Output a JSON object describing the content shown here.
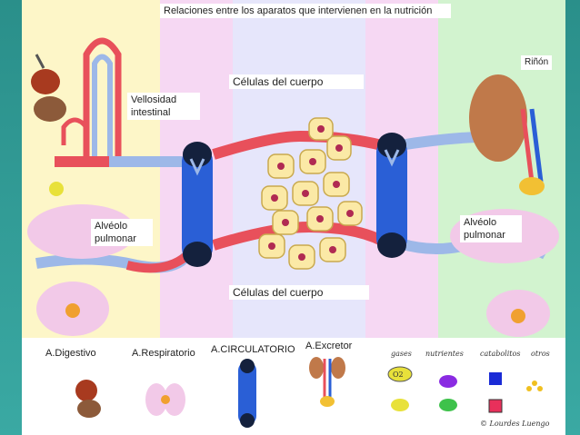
{
  "title": "Relaciones entre los aparatos que intervienen en la nutrición",
  "labels": {
    "cells_top": "Células  del cuerpo",
    "cells_bottom": "Células del cuerpo",
    "villus": "Vellosidad intestinal",
    "alveolus_left": "Alvéolo pulmonar",
    "alveolus_right": "Alvéolo pulmonar",
    "kidney": "Riñón"
  },
  "systems": {
    "digestive": "A.Digestivo",
    "respiratory": "A.Respiratorio",
    "circulatory": "A.CIRCULATORIO",
    "excretory": "A.Excretor"
  },
  "legend": {
    "col1": "gases",
    "col2": "nutrientes",
    "col3": "catabolitos",
    "col4": "otros",
    "o2": "O2",
    "credit": "© Lourdes Luengo"
  },
  "colors": {
    "digestive_zone": "#fdf6c8",
    "respiratory_zone": "#f6d8f3",
    "circulatory_zone": "#e6e6fb",
    "excretory_zone": "#d2f3cf",
    "artery": "#e8505b",
    "vein": "#9db8e8",
    "heart": "#2a5fd6",
    "cell": "#fbe9a6",
    "nucleus": "#b02a52"
  }
}
